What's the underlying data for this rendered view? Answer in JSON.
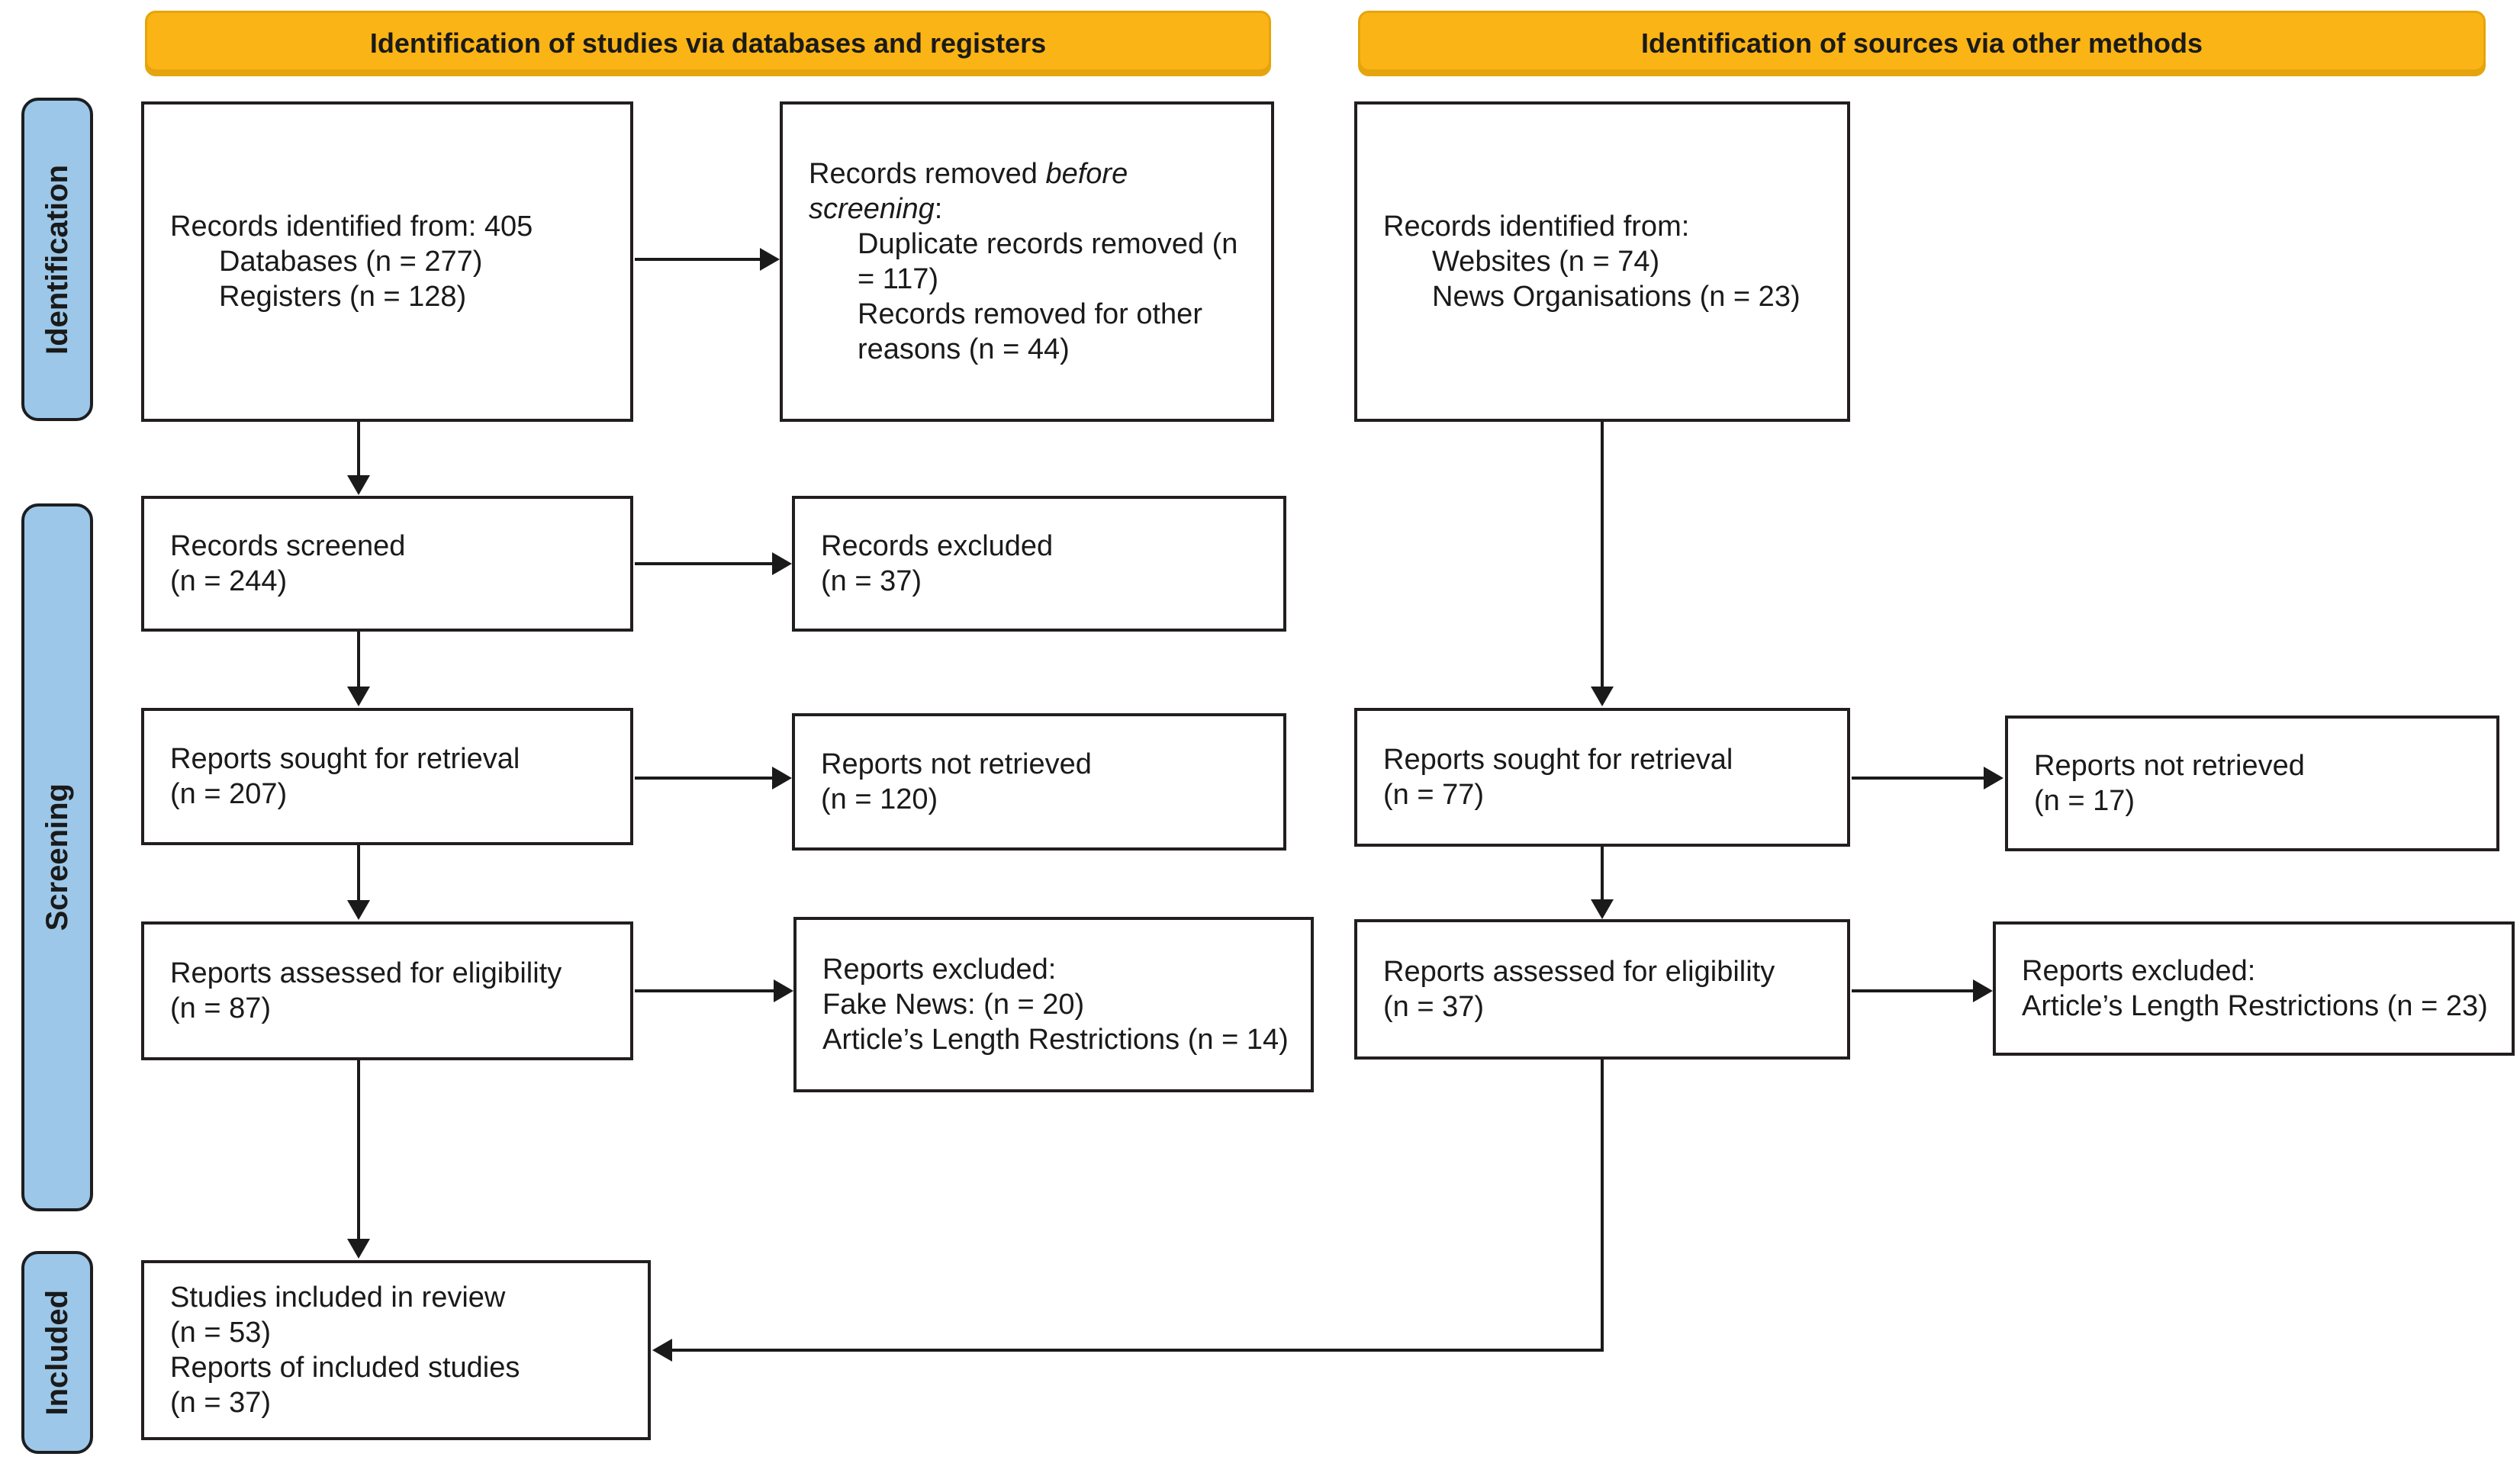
{
  "headers": {
    "left": "Identification of studies via databases and registers",
    "right": "Identification of sources via other methods"
  },
  "sidebar": {
    "identification": "Identification",
    "screening": "Screening",
    "included": "Included"
  },
  "boxes": {
    "records_identified_databases": {
      "line1": "Records identified from: 405",
      "line2": "Databases (n = 277)",
      "line3": "Registers (n = 128)"
    },
    "records_removed": {
      "line1_plain": "Records removed ",
      "line1_italic": "before screening",
      "line1_colon": ":",
      "line2": "Duplicate records removed (n = 117)",
      "line3": "Records removed for other reasons (n = 44)"
    },
    "records_identified_other": {
      "line1": "Records identified from:",
      "line2": "Websites (n = 74)",
      "line3": "News Organisations (n = 23)"
    },
    "records_screened": {
      "text": "Records screened\n(n = 244)"
    },
    "records_excluded": {
      "text": "Records excluded\n(n = 37)"
    },
    "reports_sought_db": {
      "text": "Reports sought for retrieval\n(n = 207)"
    },
    "reports_not_retrieved_db": {
      "text": "Reports not retrieved\n(n = 120)"
    },
    "reports_sought_other": {
      "text": "Reports sought for retrieval\n(n = 77)"
    },
    "reports_not_retrieved_other": {
      "text": "Reports not retrieved\n(n = 17)"
    },
    "reports_assessed_db": {
      "text": "Reports assessed for eligibility\n(n = 87)"
    },
    "reports_excluded_db": {
      "text": "Reports excluded:\nFake News: (n = 20)\nArticle’s Length Restrictions (n = 14)"
    },
    "reports_assessed_other": {
      "text": "Reports assessed for eligibility\n(n = 37)"
    },
    "reports_excluded_other": {
      "text": "Reports excluded:\nArticle’s Length Restrictions (n = 23)"
    },
    "studies_included": {
      "text": "Studies included in review\n(n = 53)\nReports of included studies\n(n = 37)"
    }
  },
  "colors": {
    "header_bg": "#FBB415",
    "header_border": "#E5A50A",
    "sidebar_bg": "#9CC7E8",
    "sidebar_border": "#1C1E21",
    "box_border": "#221E1F",
    "arrow": "#1A1A1A",
    "text": "#1A1A1A"
  }
}
